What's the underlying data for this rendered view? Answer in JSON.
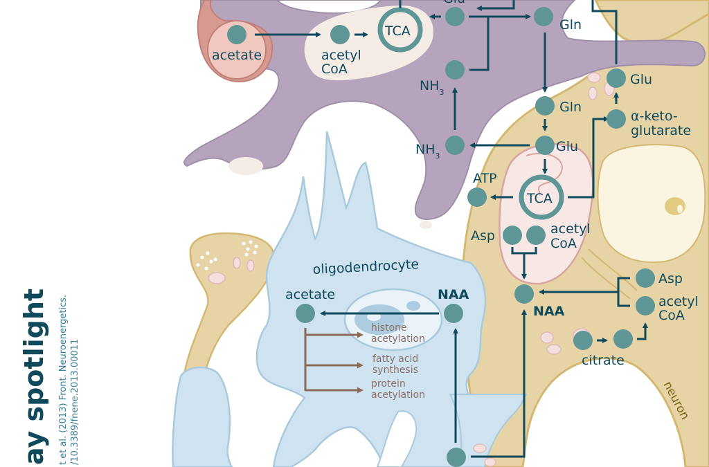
{
  "sidebar": {
    "title": "ay spotlight",
    "citation_line1": "t et al. (2013) Front. Neuroenergetics.",
    "citation_line2": "/10.3389/fnene.2013.00011"
  },
  "colors": {
    "astrocyte": "#b6a4bc",
    "neuron": "#e7d4a6",
    "oligodendrocyte": "#cfe2ef",
    "molecule": "#5e9696",
    "arrow": "#0f4a5c",
    "arrow_secondary": "#8a6a58",
    "mitochondrion": "#f7e8e6"
  },
  "astrocyte": {
    "acetate": "acetate",
    "acetyl_coa_1": "acetyl",
    "acetyl_coa_2": "CoA",
    "tca": "TCA",
    "glu": "Glu",
    "gln": "Gln",
    "nh3_top": "NH",
    "nh3_bottom": "NH",
    "sub3": "3"
  },
  "neuron": {
    "label": "neuron",
    "gln": "Gln",
    "glu_mito": "Glu",
    "glu_synapse": "Glu",
    "akg_1": "α-keto-",
    "akg_2": "glutarate",
    "atp": "ATP",
    "tca": "TCA",
    "asp_mito": "Asp",
    "acetyl_coa_mito_1": "acetyl",
    "acetyl_coa_mito_2": "CoA",
    "naa": "NAA",
    "asp_cyto": "Asp",
    "acetyl_coa_cyto_1": "acetyl",
    "acetyl_coa_cyto_2": "CoA",
    "citrate": "citrate"
  },
  "oligodendrocyte": {
    "label": "oligodendrocyte",
    "acetate": "acetate",
    "naa": "NAA",
    "outputs": [
      {
        "line1": "histone",
        "line2": "acetylation"
      },
      {
        "line1": "fatty acid",
        "line2": "synthesis"
      },
      {
        "line1": "protein",
        "line2": "acetylation"
      }
    ]
  }
}
